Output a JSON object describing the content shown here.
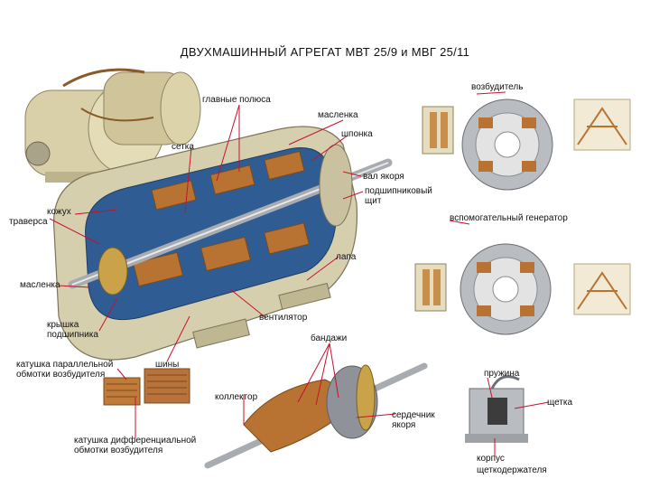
{
  "title": "ДВУХМАШИННЫЙ АГРЕГАТ МВТ 25/9 и МВГ 25/11",
  "labels": {
    "vozbuditel": "возбудитель",
    "glavnye_polyusa": "главные полюса",
    "maslenka_top": "масленка",
    "shponka": "шпонка",
    "setka": "сетка",
    "val_yakorya": "вал якоря",
    "podshipnikovyy_1": "подшипниковый",
    "podshipnikovyy_2": "щит",
    "kozhukh": "кожух",
    "traversa": "траверса",
    "vspom_generator": "вспомогательный генератор",
    "lapa": "лапа",
    "maslenka_left": "масленка",
    "ventilyator": "вентилятор",
    "kryshka_1": "крышка",
    "kryshka_2": "подшипника",
    "bandazhi": "бандажи",
    "katushka_par_1": "катушка параллельной",
    "katushka_par_2": "обмотки возбудителя",
    "shiny": "шины",
    "pruzhina": "пружина",
    "kollektor": "коллектор",
    "shchetka": "щетка",
    "serdechnik_1": "сердечник",
    "serdechnik_2": "якоря",
    "katushka_diff_1": "катушка дифференциальной",
    "katushka_diff_2": "обмотки возбудителя",
    "korpus_1": "корпус",
    "korpus_2": "щеткодержателя"
  },
  "colors": {
    "leader": "#c8102e",
    "steel": "#b9bcc0",
    "steel_dark": "#7d8187",
    "cutaway_blue": "#2f5d93",
    "copper": "#b87333",
    "copper_dark": "#7a4a1c",
    "brass": "#c9a24a",
    "housing": "#d8cfa8"
  }
}
